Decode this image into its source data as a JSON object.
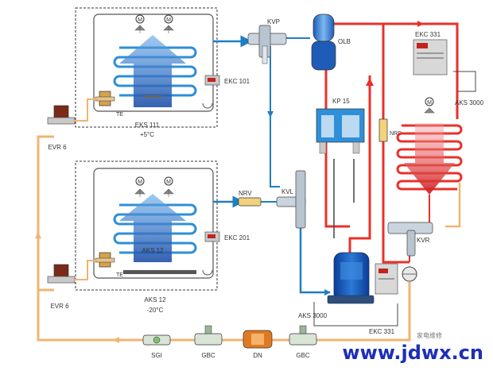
{
  "colors": {
    "hot_line": "#e8312a",
    "cold_line": "#1f7ec4",
    "liquid_line": "#f0b470",
    "control_line": "#444444",
    "evaporator_fill": "#cfe6f7",
    "condenser_fill": "#f7d0d0"
  },
  "labels": {
    "kvp": "KVP",
    "olb": "OLB",
    "ekc331_top": "EKC 331",
    "ekc101": "EKC 101",
    "te_top": "TE",
    "eks111": "EKS 111",
    "temp_top": "+5°C",
    "evr6_top": "EVR 6",
    "kp15": "KP 15",
    "nrd": "NRD",
    "aks3000_right": "AKS 3000",
    "nrv": "NRV",
    "kvl": "KVL",
    "ekc201": "EKC 201",
    "aks12_inside": "AKS 12",
    "te_bottom": "TE",
    "aks12_below": "AKS 12",
    "temp_bottom": "-20°C",
    "evr6_bottom": "EVR 6",
    "kvr": "KVR",
    "aks3000_bottom": "AKS 3000",
    "ekc331_bottom": "EKC 331",
    "sgi": "SGI",
    "gbc_left": "GBC",
    "dn": "DN",
    "gbc_right": "GBC"
  },
  "watermark": {
    "main": "www.jdwx.cn",
    "sub": "家电维修"
  }
}
